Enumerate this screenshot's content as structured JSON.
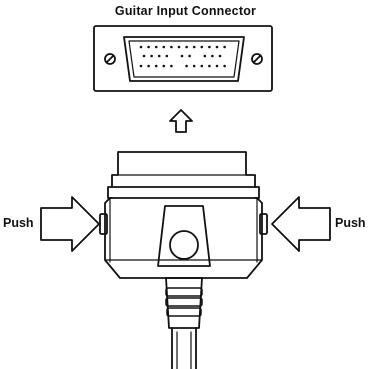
{
  "diagram": {
    "title": "Guitar Input Connector",
    "push_left_label": "Push",
    "push_right_label": "Push",
    "ink_color": "#111111",
    "paper_color": "#ffffff"
  }
}
